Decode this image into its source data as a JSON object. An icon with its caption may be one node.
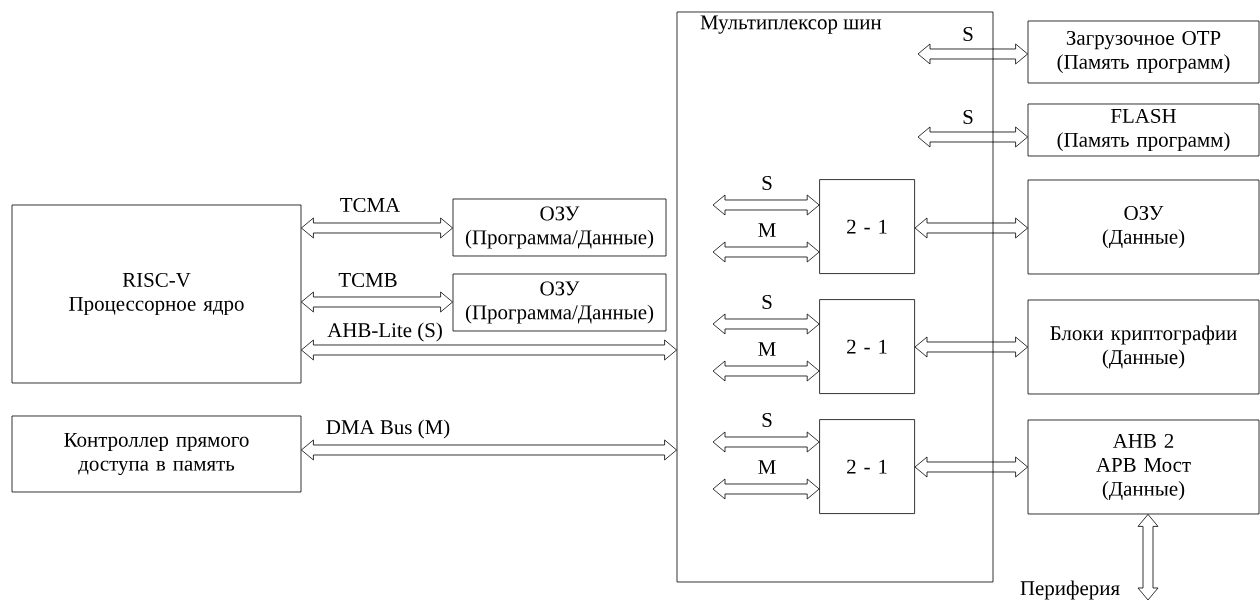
{
  "diagram": {
    "nodes": [
      {
        "text": [
          "RISC-V",
          "Процессорное ядро"
        ]
      },
      {
        "text": [
          "ОЗУ",
          "(Программа/Данные)"
        ]
      },
      {
        "text": [
          "ОЗУ",
          "(Программа/Данные)"
        ]
      },
      {
        "text": [
          "Контроллер прямого доступа в память"
        ]
      },
      {
        "text": [
          "Мультиплексор шин"
        ]
      },
      {
        "text": [
          "Загрузочное OTP",
          "(Память программ)"
        ]
      },
      {
        "text": [
          "FLASH",
          "(Память программ)"
        ]
      },
      {
        "text": [
          "2 - 1"
        ],
        "in": 4
      },
      {
        "text": [
          "ОЗУ",
          "(Данные)"
        ]
      },
      {
        "text": [
          "2 - 1"
        ],
        "in": 4
      },
      {
        "text": [
          "Блоки криптографии",
          "(Данные)"
        ]
      },
      {
        "text": [
          "2 - 1"
        ],
        "in": 4
      },
      {
        "text": [
          "AHB 2 APB Мост",
          "(Данные)"
        ]
      }
    ],
    "edges": [
      {
        "from": 0,
        "to": 1,
        "arrow": "both",
        "label": "TCMA"
      },
      {
        "from": 0,
        "to": 2,
        "arrow": "both",
        "label": "TCMB"
      },
      {
        "from": 0,
        "to": 4,
        "arrow": "both",
        "label": "AHB-Lite (S)"
      },
      {
        "from": 3,
        "to": 4,
        "arrow": "both",
        "label": "DMA Bus (M)"
      },
      {
        "from": null,
        "to": 5,
        "arrow": "both",
        "label": "S"
      },
      {
        "from": null,
        "to": 6,
        "arrow": "both",
        "label": "S"
      },
      {
        "from": null,
        "to": 7,
        "arrow": "both",
        "label": "S"
      },
      {
        "from": null,
        "to": 7,
        "arrow": "both",
        "label": "M"
      },
      {
        "from": 7,
        "to": 8,
        "arrow": "both"
      },
      {
        "from": null,
        "to": 9,
        "arrow": "both",
        "label": "S"
      },
      {
        "from": null,
        "to": 9,
        "arrow": "both",
        "label": "M"
      },
      {
        "from": 9,
        "to": 10,
        "arrow": "both"
      },
      {
        "from": null,
        "to": 11,
        "arrow": "both",
        "label": "S"
      },
      {
        "from": null,
        "to": 11,
        "arrow": "both",
        "label": "M"
      },
      {
        "from": 11,
        "to": 12,
        "arrow": "both"
      },
      {
        "from": 12,
        "to": null,
        "arrow": "both",
        "label": "Периферия"
      }
    ]
  }
}
